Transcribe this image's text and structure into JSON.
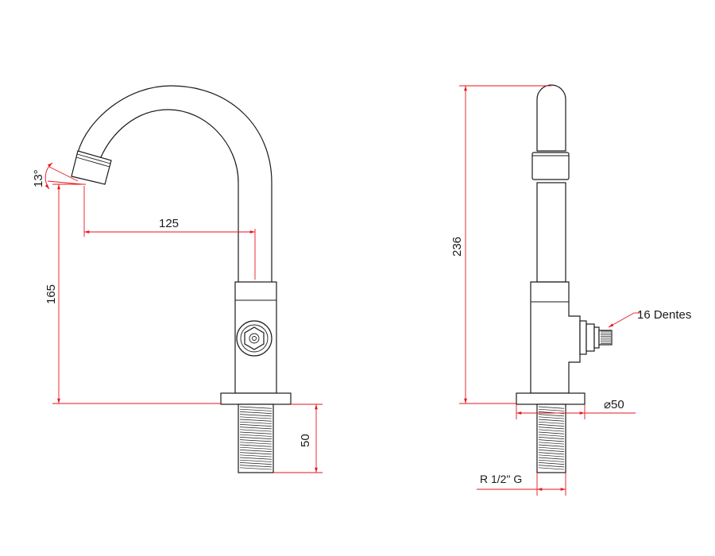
{
  "dimensions": {
    "angle_label": "13°",
    "spout_reach": "125",
    "spout_height": "165",
    "thread_length": "50",
    "total_height": "236",
    "base_diameter": "⌀50",
    "thread_spec": "R 1/2\" G"
  },
  "callouts": {
    "spline": "16 Dentes"
  },
  "colors": {
    "dimension_line": "#e8161e",
    "outline": "#1a1a1a",
    "background": "#ffffff"
  }
}
